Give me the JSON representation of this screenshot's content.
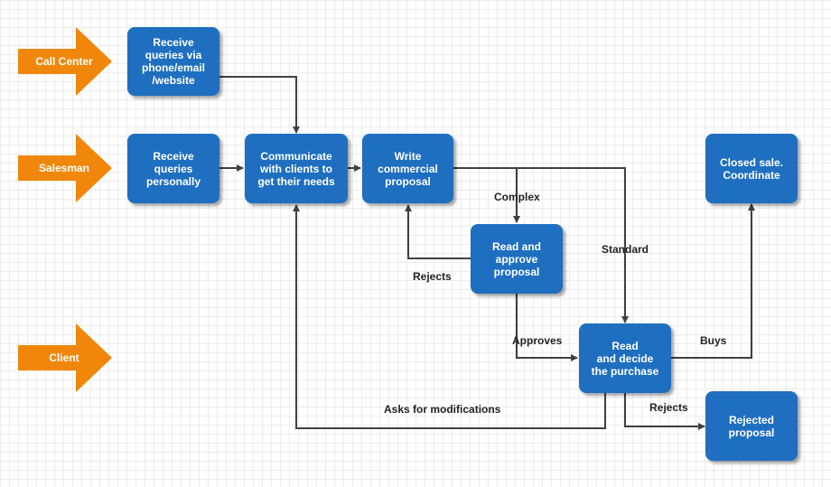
{
  "lanes": {
    "call_center": "Call Center",
    "salesman": "Salesman",
    "client": "Client"
  },
  "nodes": {
    "receive_queries_remote": "Receive\nqueries via\nphone/email\n/website",
    "receive_queries_personally": "Receive\nqueries\npersonally",
    "communicate_needs": "Communicate\nwith clients to\nget their needs",
    "write_proposal": "Write\ncommercial\nproposal",
    "closed_sale": "Closed sale.\nCoordinate",
    "read_approve": "Read and\napprove\nproposal",
    "read_decide": "Read\nand decide\nthe purchase",
    "rejected_proposal": "Rejected\nproposal"
  },
  "edge_labels": {
    "complex": "Complex",
    "standard": "Standard",
    "rejects_internal": "Rejects",
    "approves": "Approves",
    "buys": "Buys",
    "asks_modifications": "Asks for modifications",
    "rejects_client": "Rejects"
  },
  "colors": {
    "lane_arrow": "#f0870b",
    "node_fill": "#1f6fc0",
    "connector": "#404040"
  }
}
